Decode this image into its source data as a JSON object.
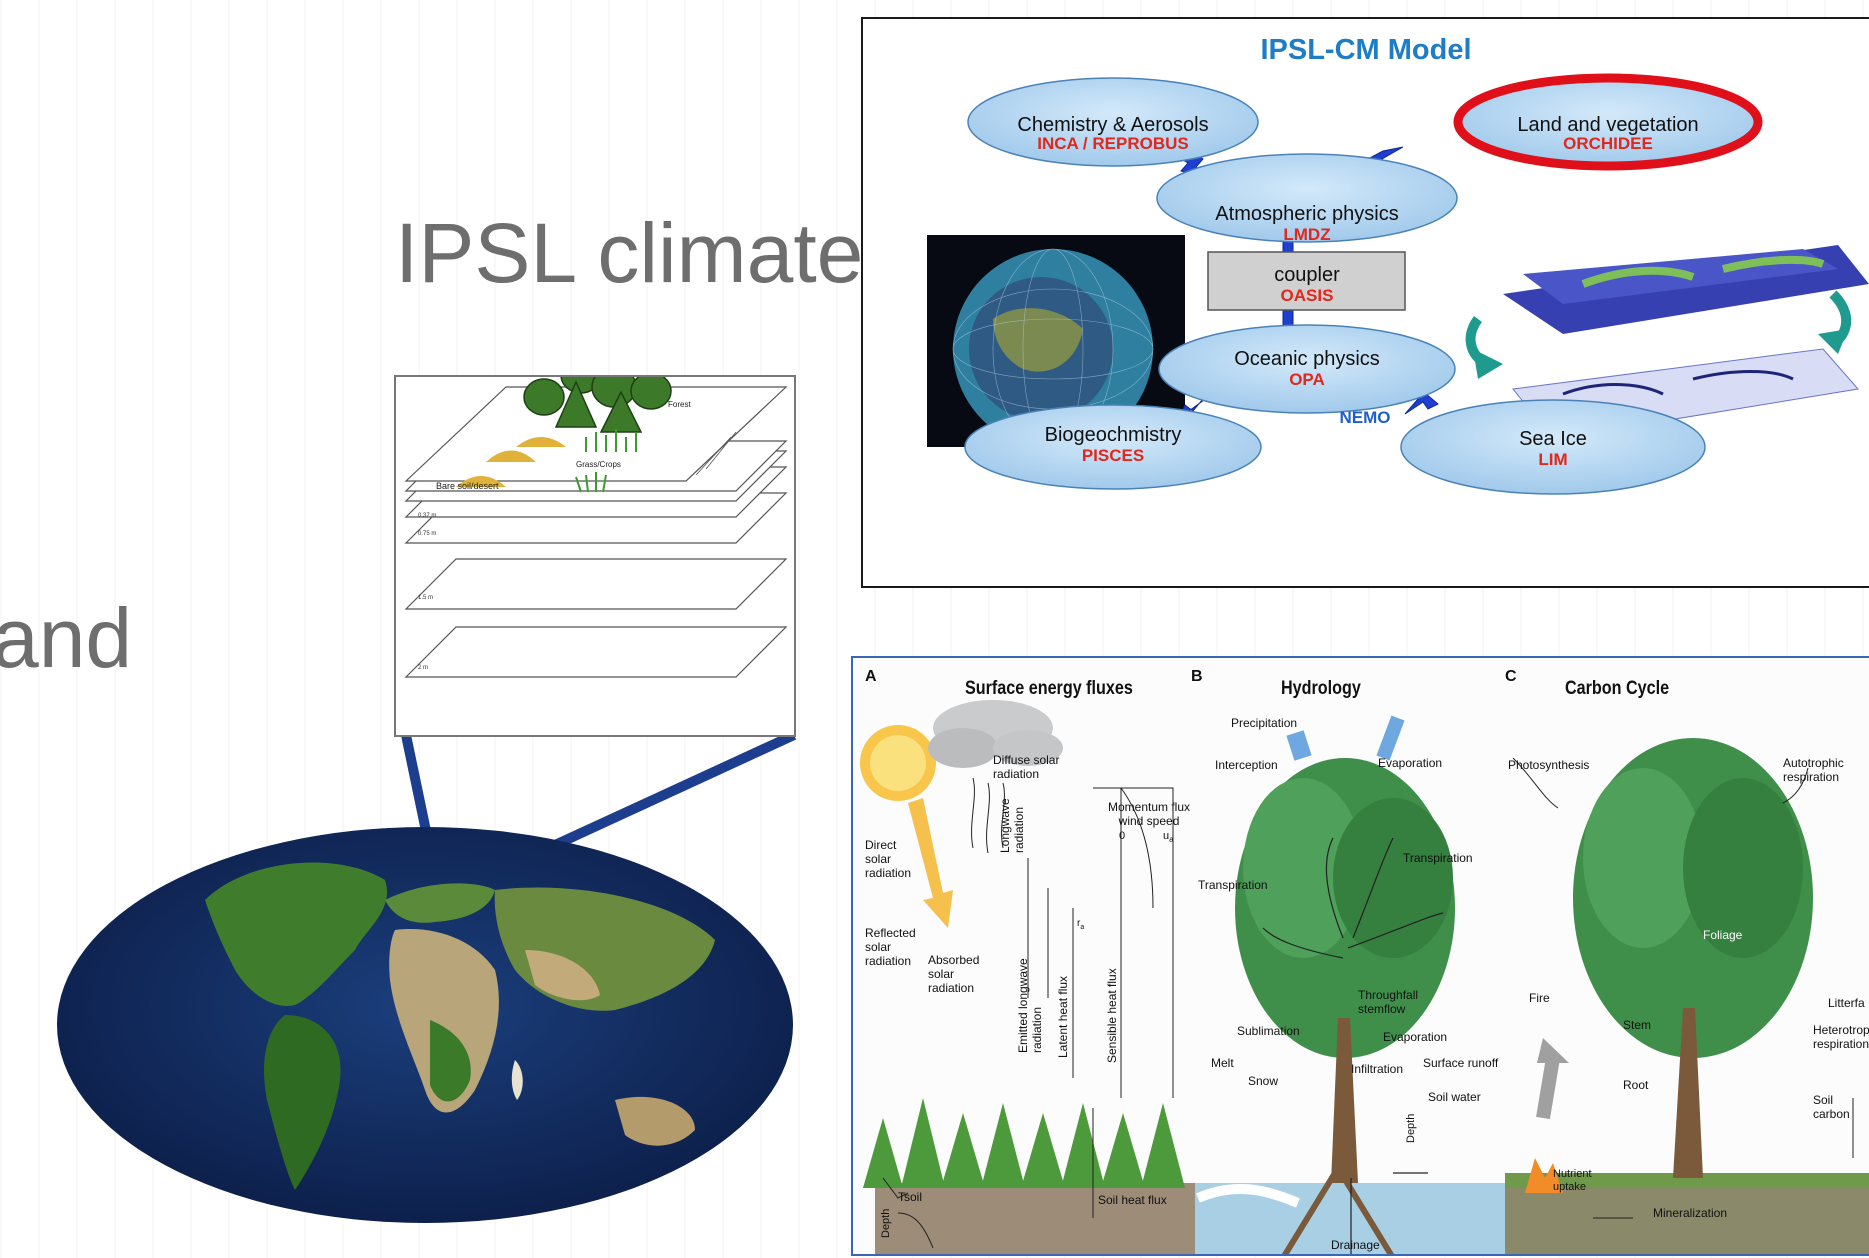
{
  "slide": {
    "title": "IPSL climate model",
    "partial_text": "and"
  },
  "layers_diagram": {
    "labels": {
      "forest": "Forest",
      "grass": "Grass/Crops",
      "bare": "Bare soil/desert"
    },
    "depths": [
      "0.37 m",
      "0.75 m",
      "1.5 m",
      "2 m"
    ]
  },
  "ipsl": {
    "title": "IPSL-CM Model",
    "components": [
      {
        "name": "Chemistry & Aerosols",
        "model": "INCA / REPROBUS"
      },
      {
        "name": "Land and vegetation",
        "model": "ORCHIDEE",
        "highlighted": true
      },
      {
        "name": "Atmospheric physics",
        "model": "LMDZ"
      },
      {
        "name": "coupler",
        "model": "OASIS"
      },
      {
        "name": "Oceanic physics",
        "model": "OPA"
      },
      {
        "name": "Biogeochmistry",
        "model": "PISCES"
      },
      {
        "name": "Sea Ice",
        "model": "LIM"
      }
    ],
    "ocean_group": "NEMO",
    "colors": {
      "title": "#1f7dc6",
      "model_text": "#e0281c",
      "highlight": "#e0101a",
      "ellipse": "#b8d9f2",
      "arrow": "#1e3fcf"
    }
  },
  "processes": {
    "panels": [
      {
        "letter": "A",
        "title": "Surface energy fluxes"
      },
      {
        "letter": "B",
        "title": "Hydrology"
      },
      {
        "letter": "C",
        "title": "Carbon Cycle"
      }
    ],
    "energy_labels": {
      "diffuse": [
        "Diffuse solar",
        "radiation"
      ],
      "direct": [
        "Direct",
        "solar",
        "radiation"
      ],
      "reflected": [
        "Reflected",
        "solar",
        "radiation"
      ],
      "absorbed": [
        "Absorbed",
        "solar",
        "radiation"
      ],
      "longwave": [
        "Longwave",
        "radiation"
      ],
      "emitted": [
        "Emitted longwave",
        "radiation"
      ],
      "latent": "Latent heat flux",
      "sensible": "Sensible heat flux",
      "momentum": [
        "Momentum flux",
        "wind speed"
      ],
      "scale_zero": "0",
      "scale_u": "u",
      "scale_u_sub": "a",
      "resist": "r",
      "resist_sub": "a",
      "tsoil": "Tsoil",
      "depth": "Depth",
      "soil_heat": "Soil heat flux"
    },
    "hydro_labels": {
      "precipitation": "Precipitation",
      "interception": "Interception",
      "evaporation_top": "Evaporation",
      "transpiration_right": "Transpiration",
      "transpiration_left": "Transpiration",
      "throughfall": [
        "Throughfall",
        "stemflow"
      ],
      "sublimation": "Sublimation",
      "evaporation": "Evaporation",
      "melt": "Melt",
      "snow": "Snow",
      "infiltration": "Infiltration",
      "runoff": "Surface runoff",
      "soil_water": "Soil water",
      "depth": "Depth",
      "drainage": "Drainage"
    },
    "carbon_labels": {
      "photosynthesis": "Photosynthesis",
      "autotrophic": [
        "Autotrophic",
        "respiration"
      ],
      "foliage": "Foliage",
      "fire": "Fire",
      "stem": "Stem",
      "litterfall": "Litterfa",
      "heterotrophic": [
        "Heterotroph",
        "respiration"
      ],
      "root": "Root",
      "soil_carbon": "Soil carbon",
      "nutrient": [
        "Nutrient",
        "uptake"
      ],
      "mineralization": "Mineralization"
    }
  }
}
